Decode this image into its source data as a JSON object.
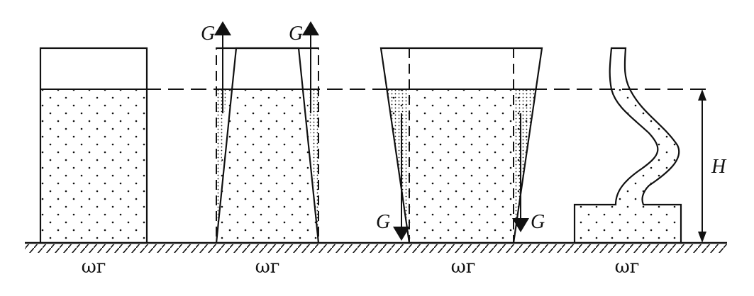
{
  "labels": {
    "base_area": "ωг",
    "weight": "G",
    "height": "H"
  },
  "vessels": [
    {
      "shape": "cylinder",
      "base_label": "ωг"
    },
    {
      "shape": "cone-narrowing-upward",
      "base_label": "ωг"
    },
    {
      "shape": "cone-widening-upward",
      "base_label": "ωг"
    },
    {
      "shape": "curved-tube-on-base",
      "base_label": "ωг"
    }
  ],
  "colors": {
    "ink": "#111111",
    "background": "#ffffff"
  }
}
